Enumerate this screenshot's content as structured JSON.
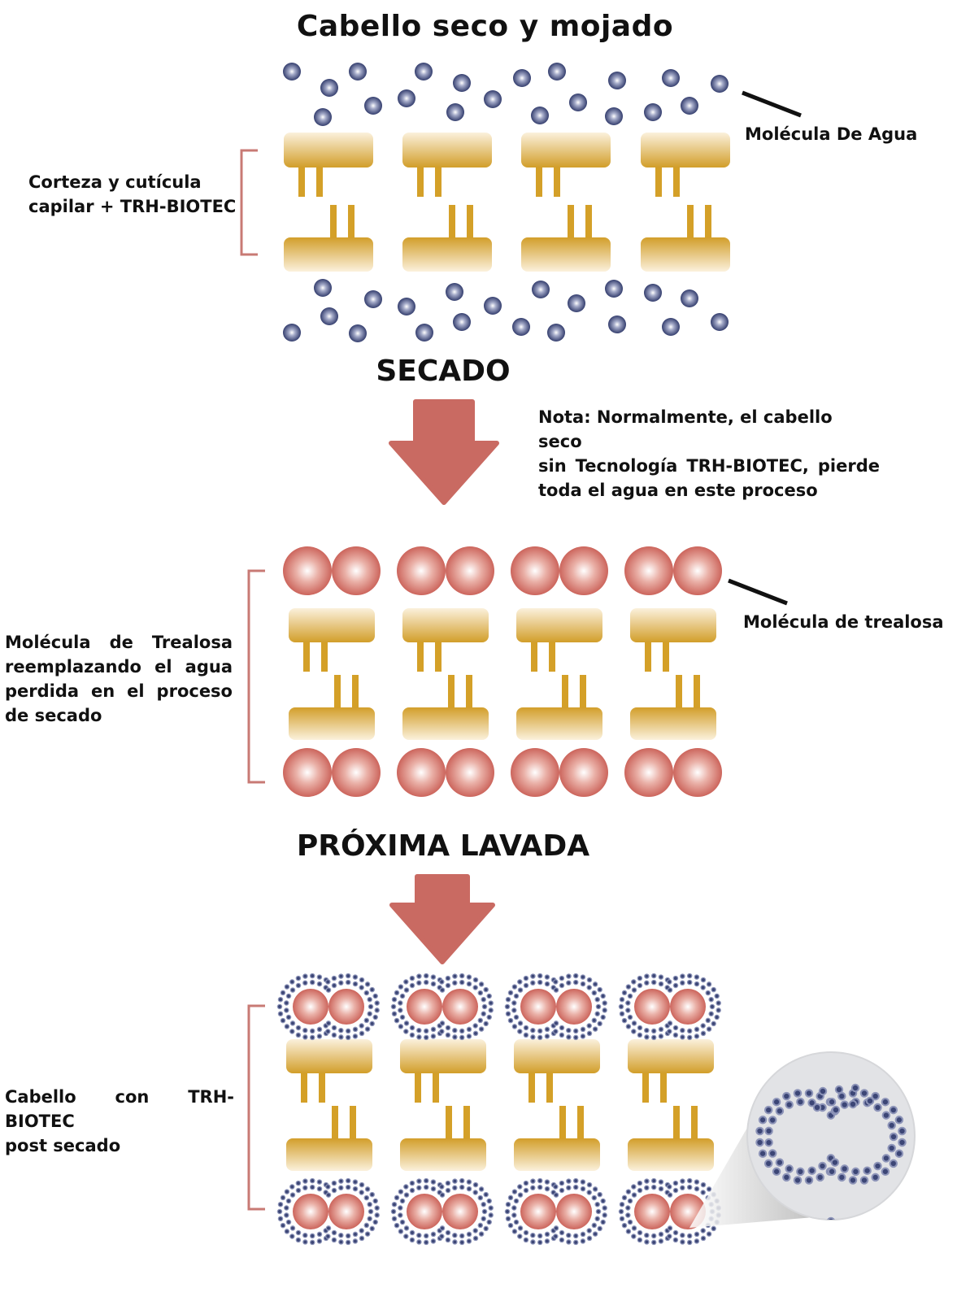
{
  "title": "Cabello seco y mojado",
  "labels": {
    "water_molecule": "Molécula De Agua",
    "trehalose_molecule": "Molécula de trealosa",
    "section1": [
      "Corteza y cutícula",
      "capilar + TRH-BIOTEC"
    ],
    "section2": [
      "Molécula de Trealosa",
      "reemplazando el agua",
      "perdida en el proceso",
      "de secado"
    ],
    "section3": [
      "Cabello con TRH-BIOTEC",
      "post secado"
    ]
  },
  "steps": {
    "drying": "SECADO",
    "next_wash": "PRÓXIMA LAVADA"
  },
  "note": [
    "Nota: Normalmente, el cabello seco",
    "sin Tecnología TRH-BIOTEC, pierde",
    "toda el agua en este proceso"
  ],
  "colors": {
    "water": "#3c4676",
    "trehalose": "#d06a62",
    "keratin": "#d4a028",
    "arrow": "#c96a62",
    "bracket": "#c87a74",
    "magnifier_bg": "#e2e3e6"
  },
  "diagram": {
    "columns": 4,
    "stages": [
      "wet_hair",
      "dried_with_trehalose",
      "post_wash_with_trehalose"
    ]
  }
}
